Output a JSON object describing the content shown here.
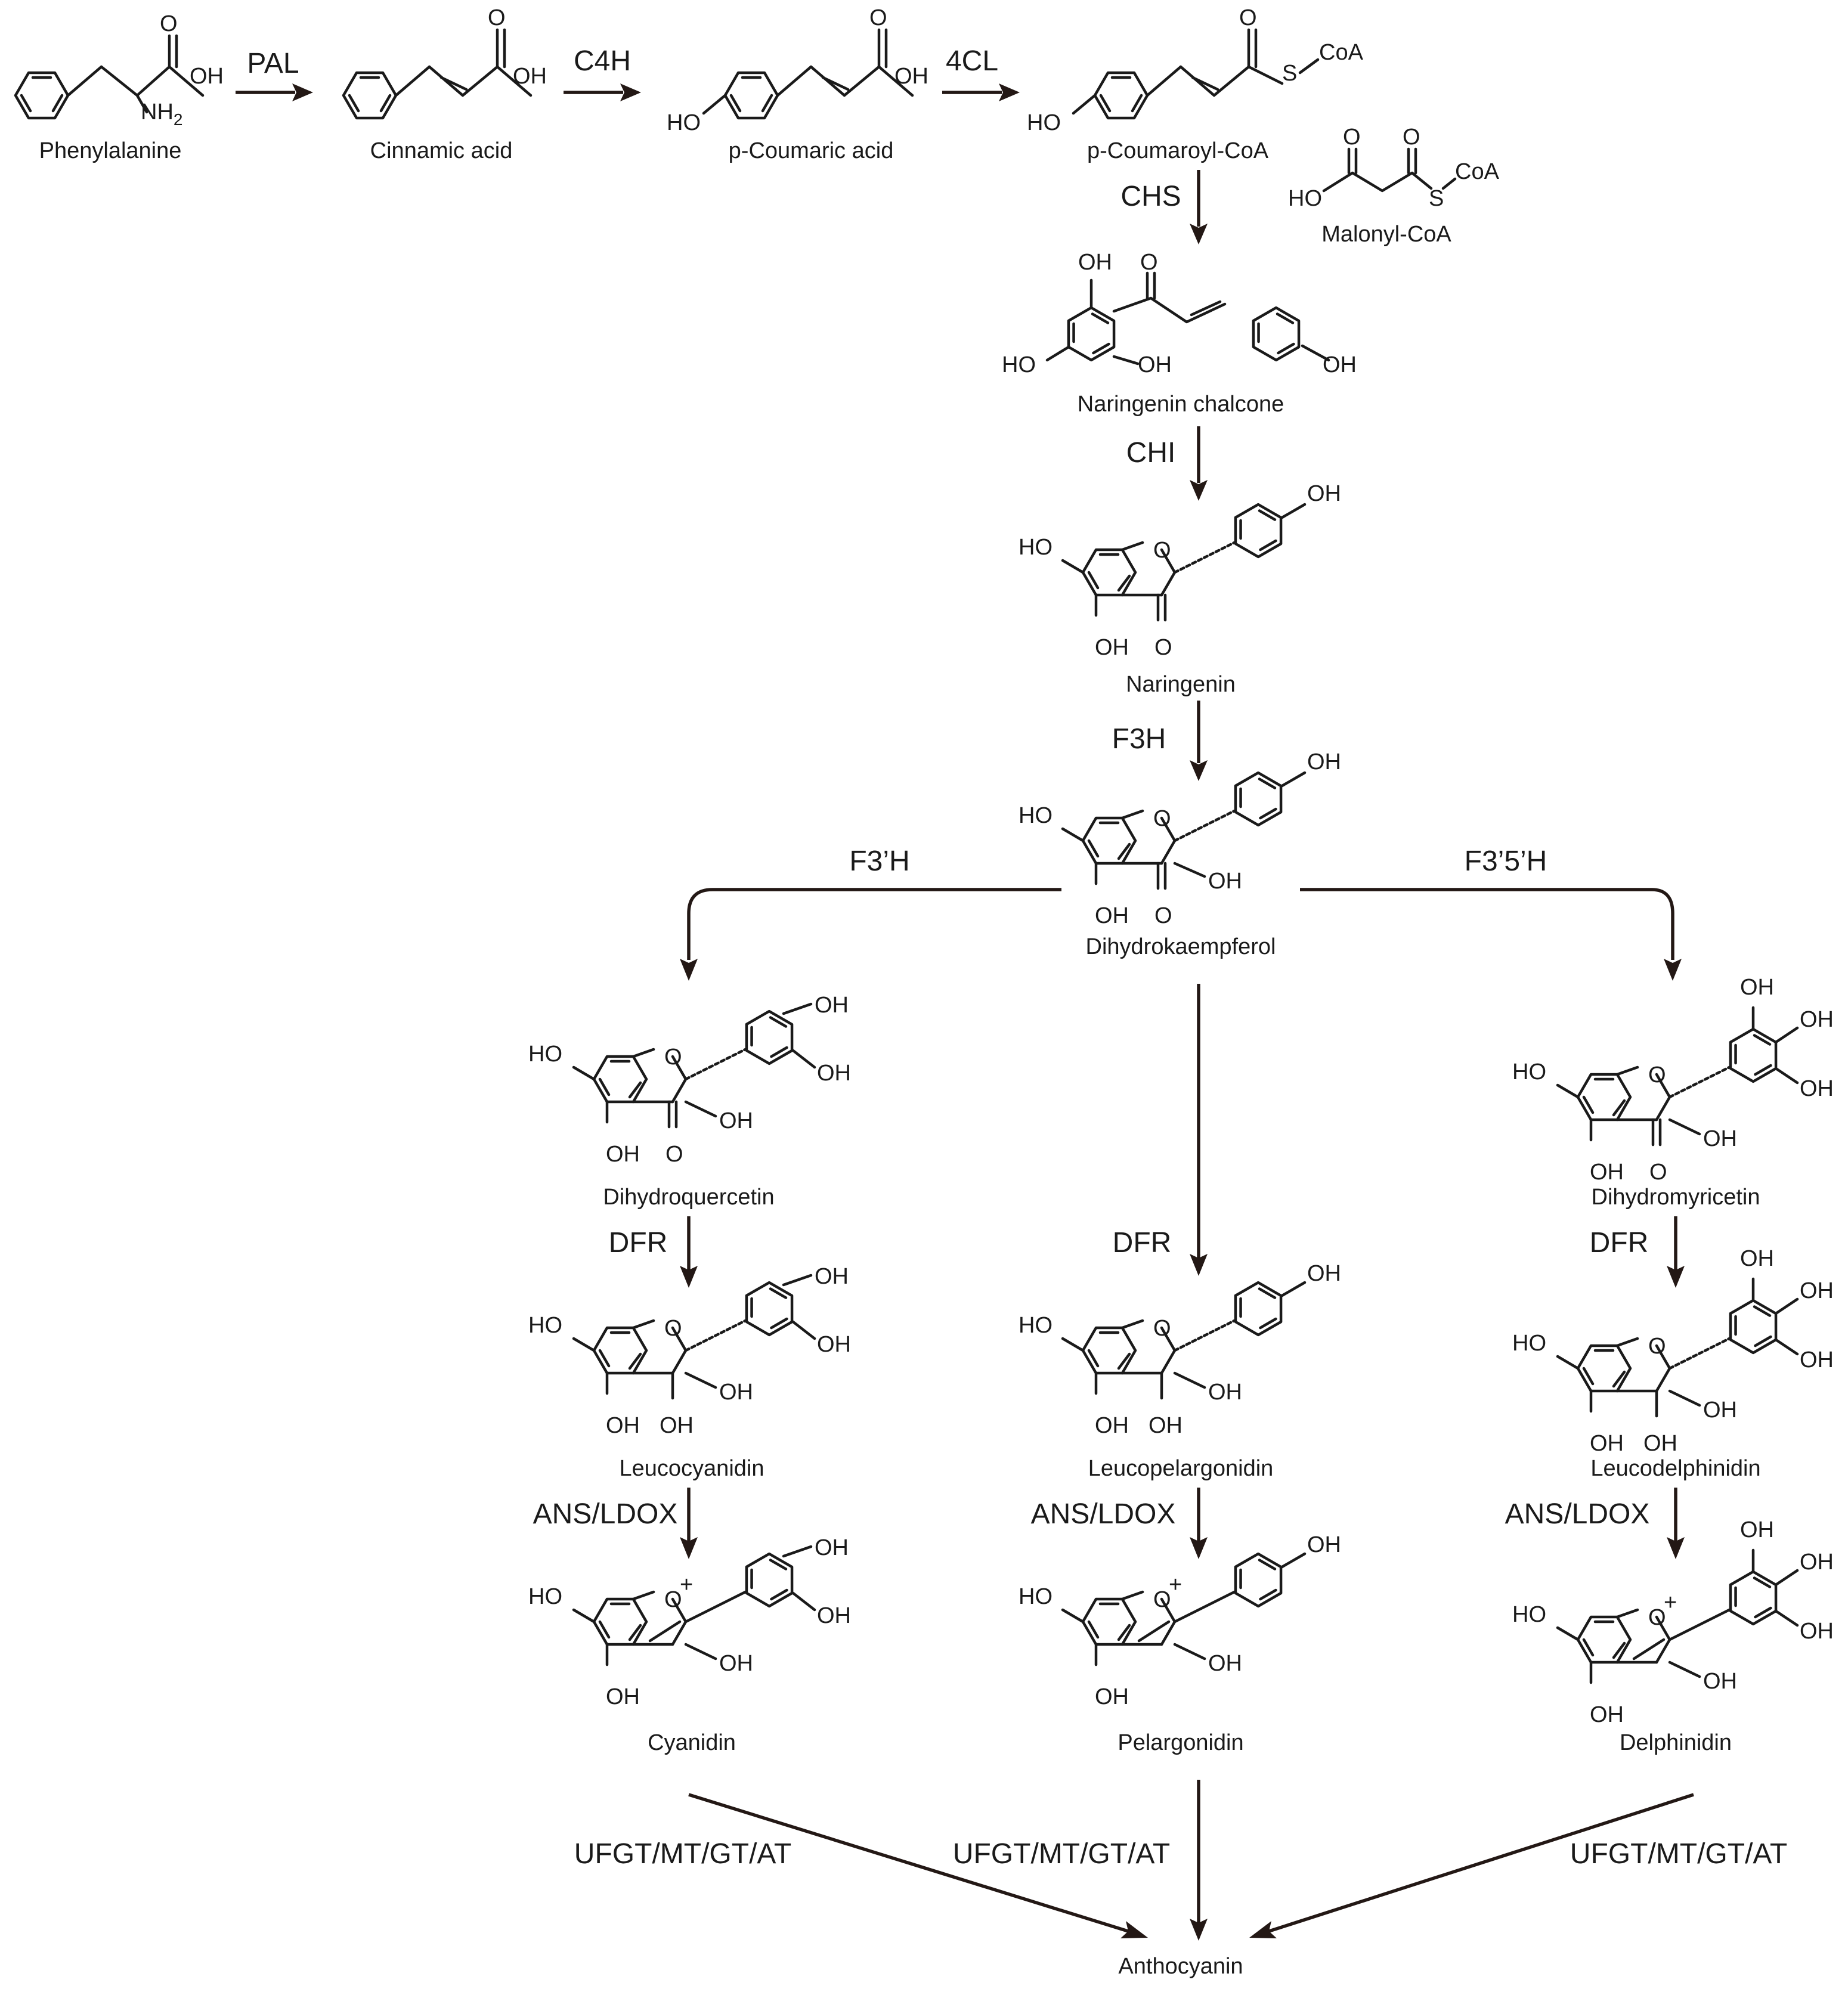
{
  "compounds": {
    "phenylalanine": "Phenylalanine",
    "cinnamic": "Cinnamic acid",
    "coumaric": "p-Coumaric acid",
    "coumaroyl": "p-Coumaroyl-CoA",
    "malonyl": "Malonyl-CoA",
    "chalcone": "Naringenin chalcone",
    "naringenin": "Naringenin",
    "dihydrokaempferol": "Dihydrokaempferol",
    "dihydroquercetin": "Dihydroquercetin",
    "dihydromyricetin": "Dihydromyricetin",
    "leucocyanidin": "Leucocyanidin",
    "leucopelargonidin": "Leucopelargonidin",
    "leucodelphinidin": "Leucodelphinidin",
    "cyanidin": "Cyanidin",
    "pelargonidin": "Pelargonidin",
    "delphinidin": "Delphinidin",
    "anthocyanin": "Anthocyanin"
  },
  "enzymes": {
    "pal": "PAL",
    "c4h": "C4H",
    "cl4": "4CL",
    "chs": "CHS",
    "chi": "CHI",
    "f3h": "F3H",
    "f3ph": "F3’H",
    "f35h": "F3’5’H",
    "dfr": "DFR",
    "ans": "ANS/LDOX",
    "ufgt": "UFGT/MT/GT/AT"
  },
  "atoms": {
    "o": "O",
    "oh": "OH",
    "ho": "HO",
    "nh2": "NH",
    "sub2": "2",
    "s": "S",
    "coa": "CoA",
    "plus": "+"
  }
}
